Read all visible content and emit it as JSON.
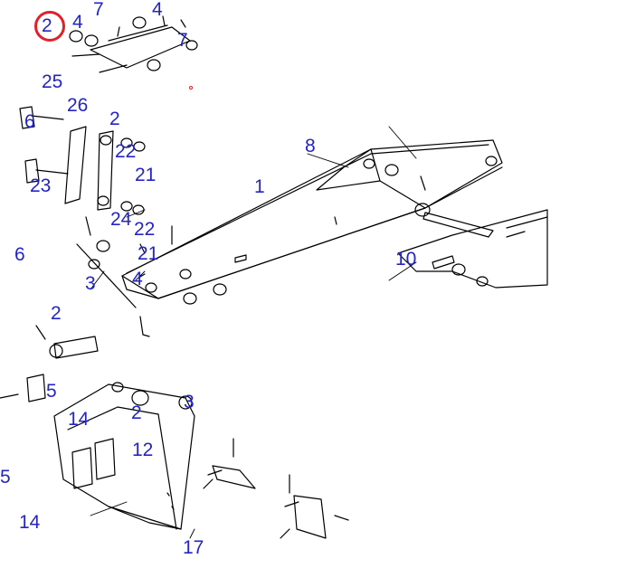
{
  "diagram": {
    "highlight_color": "#e0202a",
    "label_color": "#2424c8",
    "line_color": "#000000",
    "highlighted_callout": "2",
    "callouts": {
      "c2_top": "2",
      "c4_top": "4",
      "c7_top": "7",
      "c4_top_right": "4",
      "c7_mid": "7",
      "c25": "25",
      "c6_upper": "6",
      "c26": "26",
      "c2_arm": "2",
      "c22_upper": "22",
      "c21_upper": "21",
      "c23": "23",
      "c8": "8",
      "c1": "1",
      "c24": "24",
      "c22_lower": "22",
      "c21_lower": "21",
      "c6_left": "6",
      "c3_left": "3",
      "c4_lower": "4",
      "c10": "10",
      "c2_pin": "2",
      "c5_mid": "5",
      "c14_mid": "14",
      "c2_bucket": "2",
      "c3_bucket": "3",
      "c12": "12",
      "c5_left": "5",
      "c14_bottom": "14",
      "c17": "17"
    }
  }
}
